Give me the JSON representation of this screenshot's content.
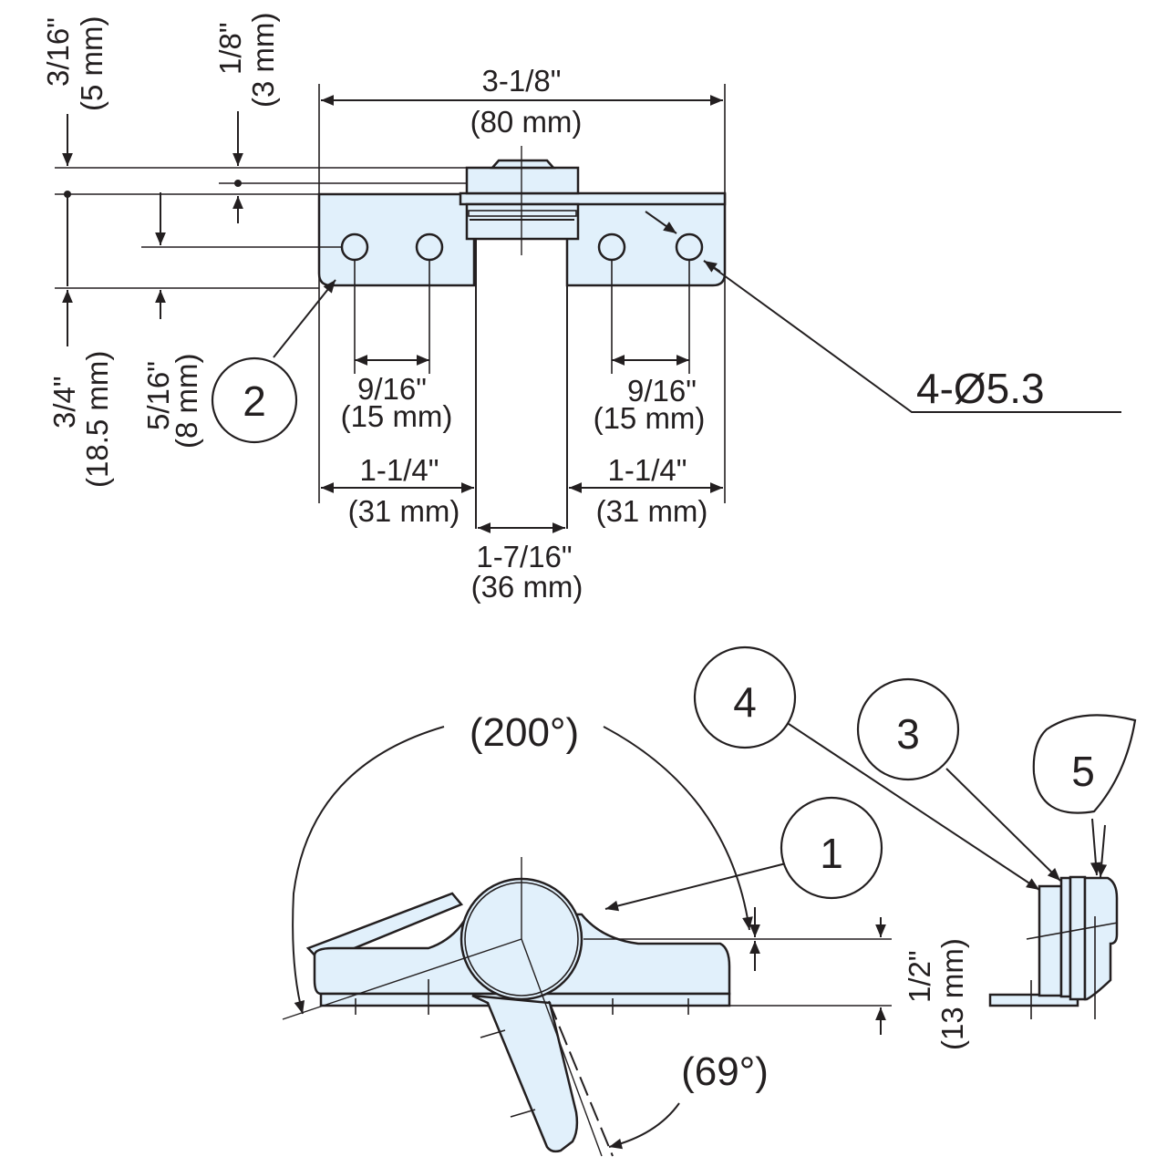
{
  "dimensions": {
    "overall_width_in": "3-1/8\"",
    "overall_width_mm": "(80 mm)",
    "top_offset_in": "3/16\"",
    "top_offset_mm": "(5 mm)",
    "plate_offset_in": "1/8\"",
    "plate_offset_mm": "(3 mm)",
    "total_height_in": "3/4\"",
    "total_height_mm": "(18.5 mm)",
    "hole_height_in": "5/16\"",
    "hole_height_mm": "(8 mm)",
    "hole_spacing_left_in": "9/16\"",
    "hole_spacing_left_mm": "(15 mm)",
    "hole_spacing_right_in": "9/16\"",
    "hole_spacing_right_mm": "(15 mm)",
    "wing_left_in": "1-1/4\"",
    "wing_left_mm": "(31 mm)",
    "wing_right_in": "1-1/4\"",
    "wing_right_mm": "(31 mm)",
    "center_width_in": "1-7/16\"",
    "center_width_mm": "(36 mm)",
    "holes_callout": "4-Ø5.3",
    "side_thickness_in": "1/2\"",
    "side_thickness_mm": "(13 mm)"
  },
  "angles": {
    "open_angle": "(200°)",
    "close_angle": "(69°)"
  },
  "callouts": [
    "1",
    "2",
    "3",
    "4",
    "5"
  ],
  "colors": {
    "part_fill": "#e1f0fb",
    "line": "#231f20"
  }
}
